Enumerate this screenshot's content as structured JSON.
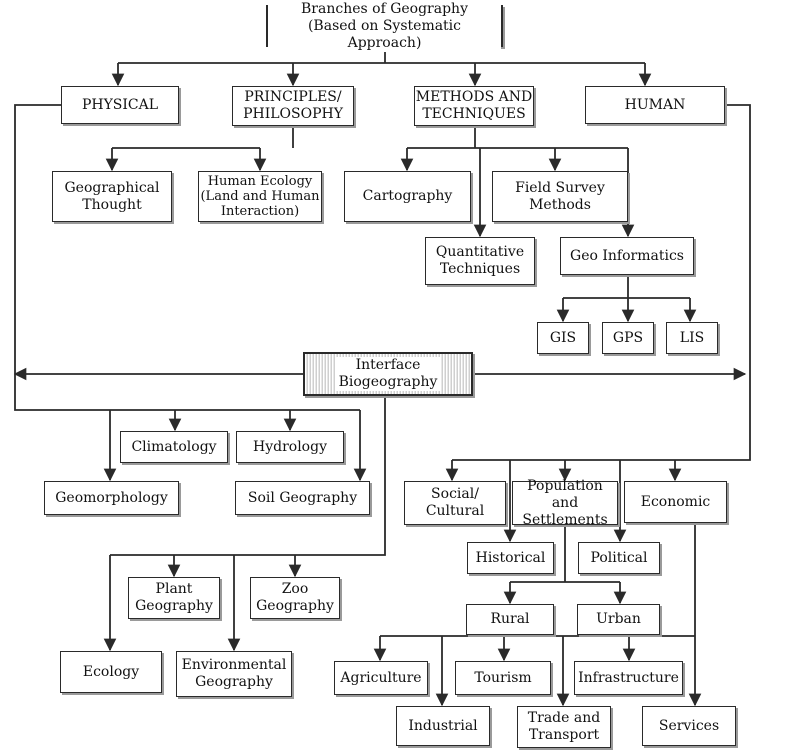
{
  "title": "Branches of Geography\n(Based on Systematic Approach)",
  "branches": {
    "physical": "PHYSICAL",
    "principles": "PRINCIPLES/\nPHILOSOPHY",
    "methods": "METHODS AND\nTECHNIQUES",
    "human": "HUMAN"
  },
  "principles_children": {
    "geographical_thought": "Geographical\nThought",
    "human_ecology": "Human Ecology\n(Land and Human\nInteraction)"
  },
  "methods_children": {
    "cartography": "Cartography",
    "field_survey": "Field Survey\nMethods",
    "quantitative": "Quantitative\nTechniques",
    "geo_informatics": "Geo Informatics",
    "gis": "GIS",
    "gps": "GPS",
    "lis": "LIS"
  },
  "interface": "Interface\nBiogeography",
  "physical_children": {
    "climatology": "Climatology",
    "hydrology": "Hydrology",
    "geomorphology": "Geomorphology",
    "soil_geography": "Soil Geography"
  },
  "biogeography_children": {
    "plant_geography": "Plant\nGeography",
    "zoo_geography": "Zoo\nGeography",
    "ecology": "Ecology",
    "environmental_geography": "Environmental\nGeography"
  },
  "human_children": {
    "social_cultural": "Social/\nCultural",
    "population": "Population and\nSettlements",
    "economic": "Economic",
    "historical": "Historical",
    "political": "Political",
    "rural": "Rural",
    "urban": "Urban"
  },
  "economic_children": {
    "agriculture": "Agriculture",
    "tourism": "Tourism",
    "infrastructure": "Infrastructure",
    "industrial": "Industrial",
    "trade_transport": "Trade and\nTransport",
    "services": "Services"
  },
  "colors": {
    "line": "#2a2a2a",
    "box_border": "#2a2a2a",
    "shadow": "#9a9a9a"
  }
}
